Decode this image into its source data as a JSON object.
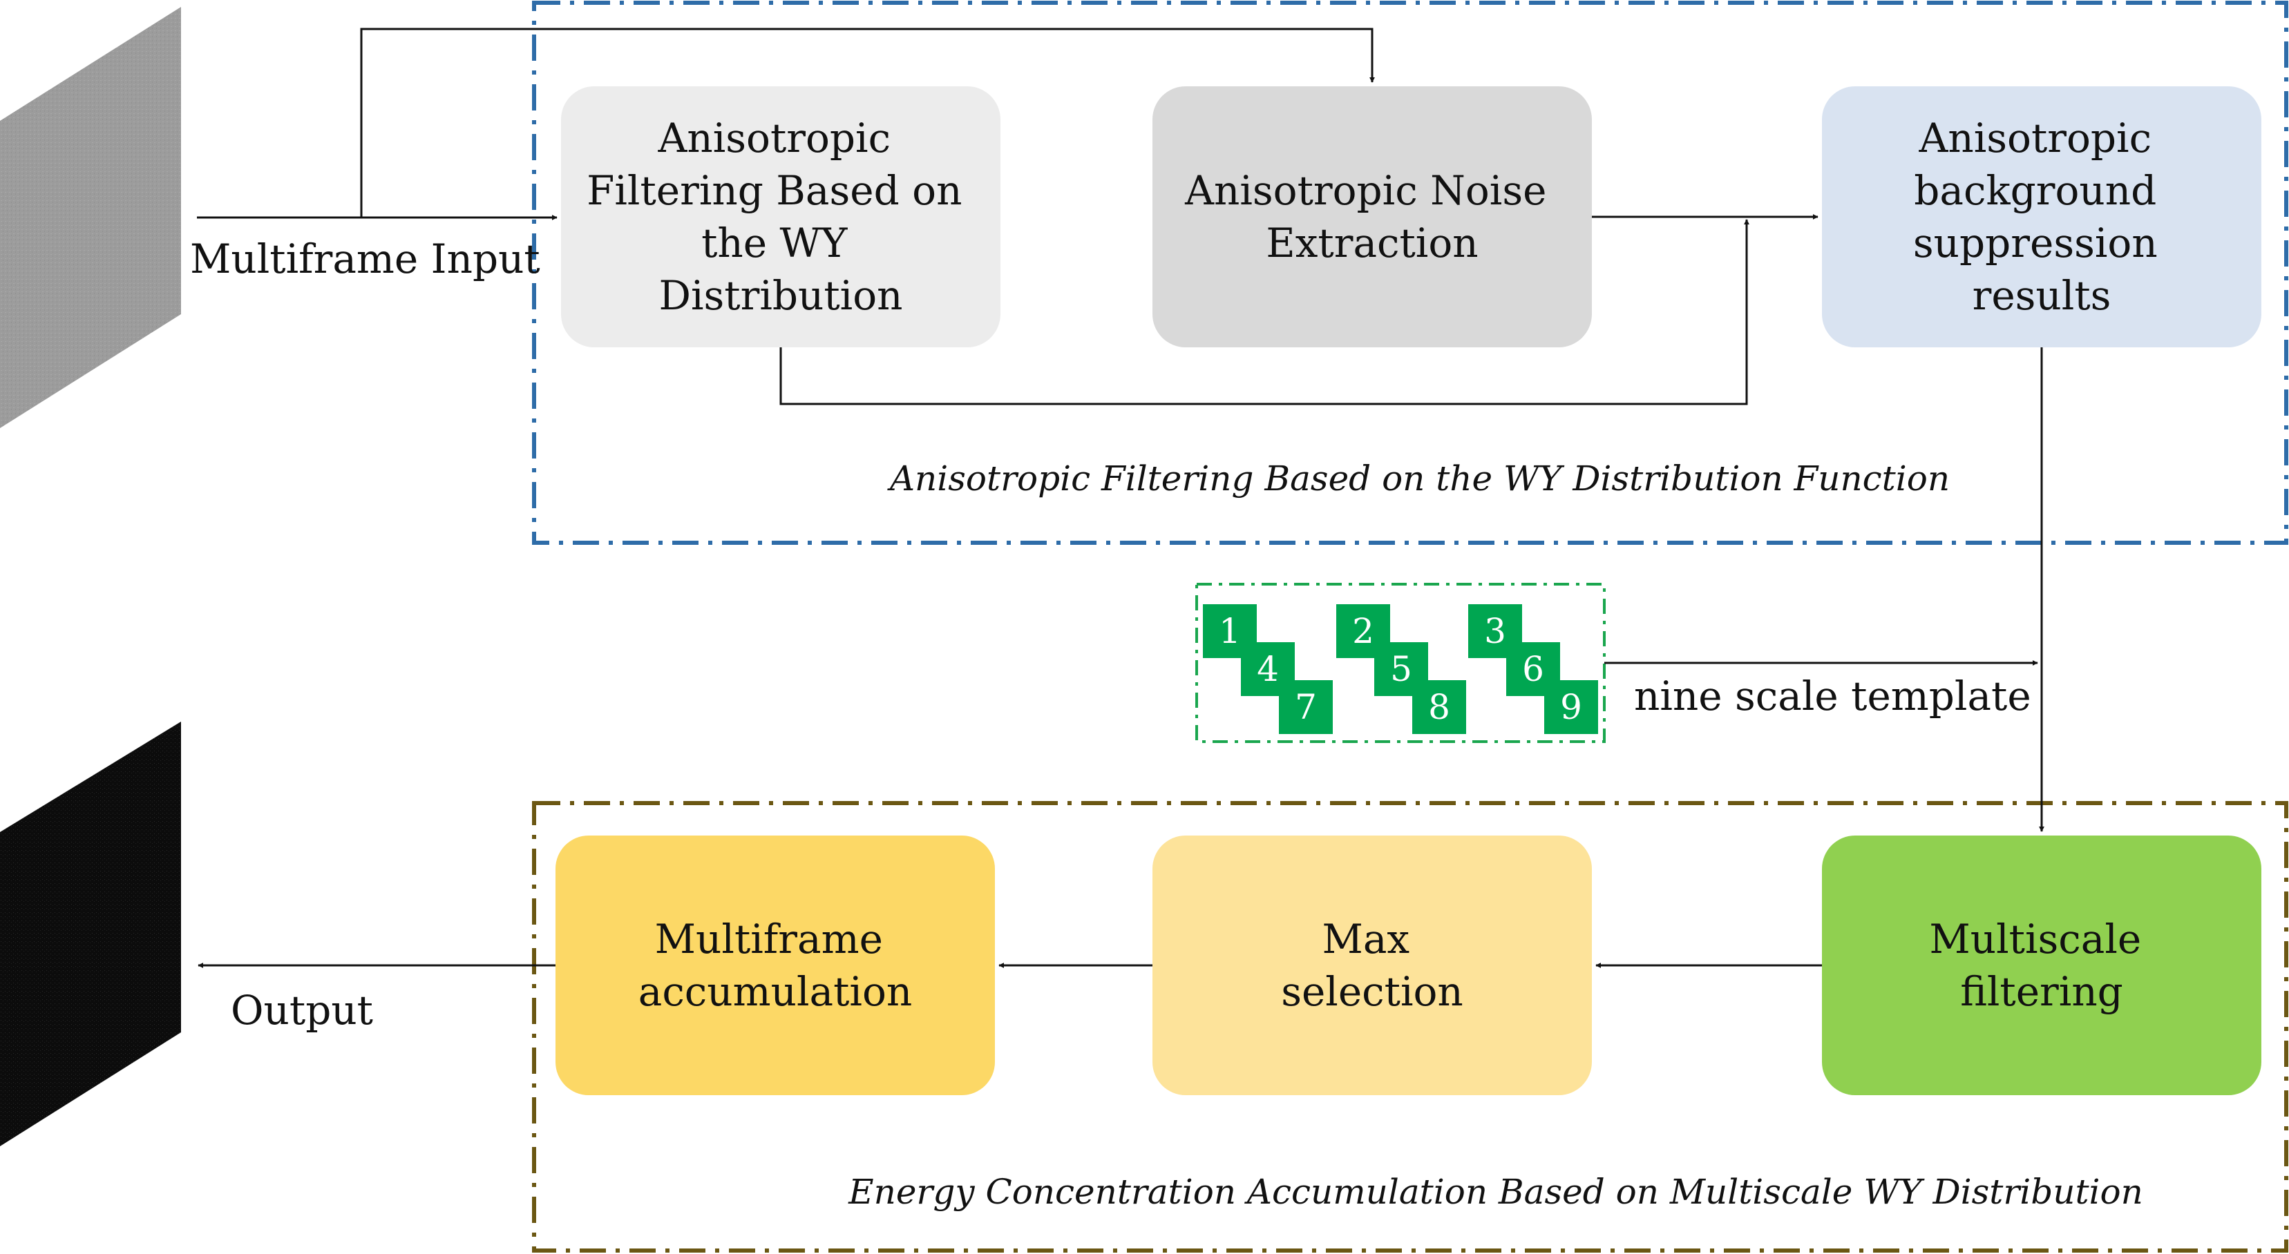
{
  "colors": {
    "blue_frame": "#2e6ca8",
    "olive_frame": "#6b5713",
    "green_frame": "#1aa64e",
    "box_light_gray": "#ececec",
    "box_gray": "#d9d9d9",
    "box_light_blue": "#d9e3f1",
    "box_yellow": "#fcd866",
    "box_light_yellow": "#fde39a",
    "box_green": "#90d050",
    "template_green": "#00a651",
    "input_frame": "#9e9e9e",
    "output_frame": "#111111"
  },
  "icons": {
    "input_stack": "gray-parallelogram-frame-stack",
    "output_stack": "black-parallelogram-frame-stack"
  },
  "top_group": {
    "caption": "Anisotropic Filtering Based on the WY Distribution Function",
    "boxes": [
      {
        "lines": [
          "Anisotropic",
          "Filtering Based on",
          "the WY",
          "Distribution"
        ]
      },
      {
        "lines": [
          "Anisotropic Noise",
          "Extraction"
        ]
      },
      {
        "lines": [
          "Anisotropic",
          "background",
          "suppression",
          "results"
        ]
      }
    ]
  },
  "bottom_group": {
    "caption": "Energy Concentration Accumulation Based on Multiscale WY Distribution",
    "boxes": [
      {
        "lines": [
          "Multiframe",
          "accumulation"
        ]
      },
      {
        "lines": [
          "Max",
          "selection"
        ]
      },
      {
        "lines": [
          "Multiscale",
          "filtering"
        ]
      }
    ]
  },
  "template": {
    "label": "nine scale template",
    "digits": [
      "1",
      "4",
      "7",
      "2",
      "5",
      "8",
      "3",
      "6",
      "9"
    ]
  },
  "labels": {
    "input": "Multiframe Input",
    "output": "Output"
  }
}
